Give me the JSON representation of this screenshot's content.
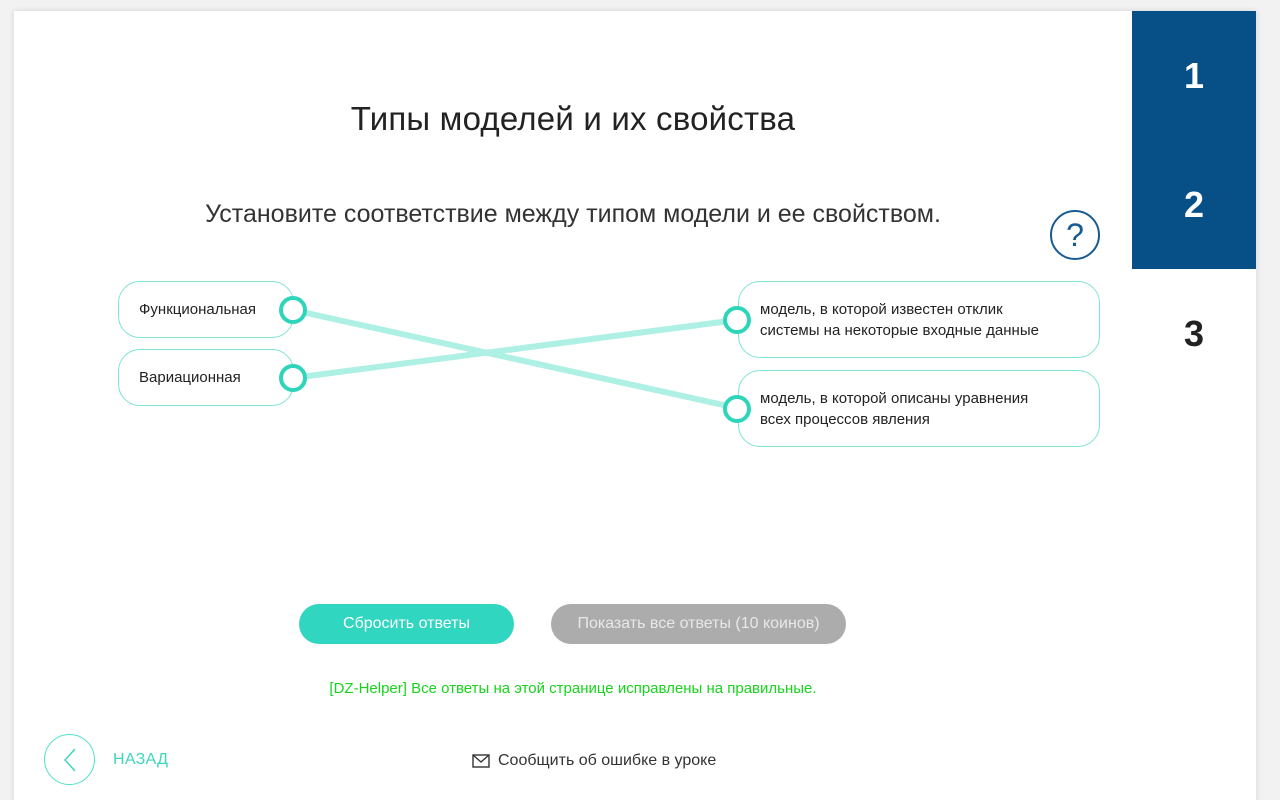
{
  "steps": [
    {
      "label": "1",
      "state": "done"
    },
    {
      "label": "2",
      "state": "done"
    },
    {
      "label": "3",
      "state": "current"
    }
  ],
  "lesson": {
    "title": "Типы моделей и их свойства",
    "instruction": "Установите соответствие между типом модели и ее свойством.",
    "help_icon": "question-circle-icon"
  },
  "matching": {
    "left": [
      {
        "label": "Функциональная"
      },
      {
        "label": "Вариационная"
      }
    ],
    "right": [
      {
        "line1": "модель, в которой известен отклик",
        "line2": "системы на некоторые входные данные"
      },
      {
        "line1": "модель, в которой описаны уравнения",
        "line2": "всех процессов явления"
      }
    ],
    "connections": [
      {
        "from": "Функциональная",
        "to": "модель, в которой описаны уравнения всех процессов явления"
      },
      {
        "from": "Вариационная",
        "to": "модель, в которой известен отклик системы на некоторые входные данные"
      }
    ],
    "line_color": "#aef0e3",
    "dot_color": "#2fd5bb"
  },
  "buttons": {
    "reset": "Сбросить ответы",
    "show_all": "Показать все ответы (10 коинов)"
  },
  "helper_message": "[DZ-Helper] Все ответы на этой странице исправлены на правильные.",
  "footer": {
    "back_label": "НАЗАД",
    "report_label": "Сообщить об ошибке в уроке"
  },
  "colors": {
    "primary_dark": "#064f87",
    "accent": "#30d6bf",
    "success_text": "#17d41d",
    "disabled": "#acacac"
  }
}
